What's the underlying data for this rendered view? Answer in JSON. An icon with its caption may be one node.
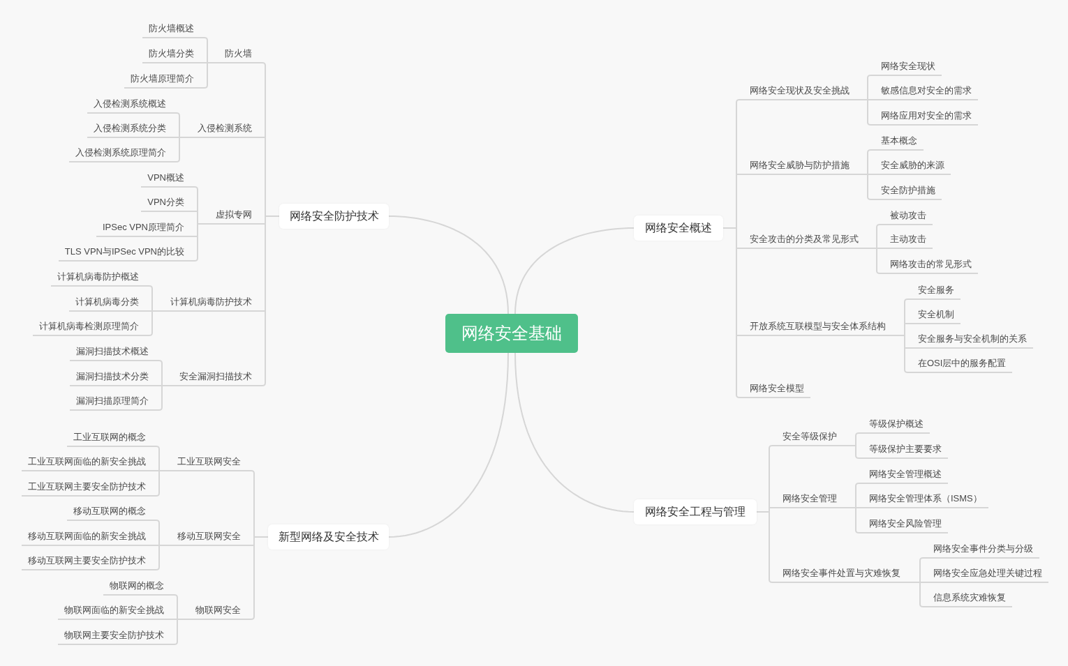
{
  "diagram": {
    "nodes": [
      {
        "text": [
          "网络安全基础"
        ]
      },
      {
        "text": [
          "网络安全防护技术"
        ]
      },
      {
        "text": [
          "防火墙"
        ]
      },
      {
        "text": [
          "防火墙概述"
        ]
      },
      {
        "text": [
          "防火墙分类"
        ]
      },
      {
        "text": [
          "防火墙原理简介"
        ]
      },
      {
        "text": [
          "入侵检测系统"
        ]
      },
      {
        "text": [
          "入侵检测系统概述"
        ]
      },
      {
        "text": [
          "入侵检测系统分类"
        ]
      },
      {
        "text": [
          "入侵检测系统原理简介"
        ]
      },
      {
        "text": [
          "虚拟专网"
        ]
      },
      {
        "text": [
          "VPN概述"
        ]
      },
      {
        "text": [
          "VPN分类"
        ]
      },
      {
        "text": [
          "IPSec VPN原理简介"
        ]
      },
      {
        "text": [
          "TLS VPN与IPSec VPN的比较"
        ]
      },
      {
        "text": [
          "计算机病毒防护技术"
        ]
      },
      {
        "text": [
          "计算机病毒防护概述"
        ]
      },
      {
        "text": [
          "计算机病毒分类"
        ]
      },
      {
        "text": [
          "计算机病毒检测原理简介"
        ]
      },
      {
        "text": [
          "安全漏洞扫描技术"
        ]
      },
      {
        "text": [
          "漏洞扫描技术概述"
        ]
      },
      {
        "text": [
          "漏洞扫描技术分类"
        ]
      },
      {
        "text": [
          "漏洞扫描原理简介"
        ]
      },
      {
        "text": [
          "新型网络及安全技术"
        ]
      },
      {
        "text": [
          "工业互联网安全"
        ]
      },
      {
        "text": [
          "工业互联网的概念"
        ]
      },
      {
        "text": [
          "工业互联网面临的新安全挑战"
        ]
      },
      {
        "text": [
          "工业互联网主要安全防护技术"
        ]
      },
      {
        "text": [
          "移动互联网安全"
        ]
      },
      {
        "text": [
          "移动互联网的概念"
        ]
      },
      {
        "text": [
          "移动互联网面临的新安全挑战"
        ]
      },
      {
        "text": [
          "移动互联网主要安全防护技术"
        ]
      },
      {
        "text": [
          "物联网安全"
        ]
      },
      {
        "text": [
          "物联网的概念"
        ]
      },
      {
        "text": [
          "物联网面临的新安全挑战"
        ]
      },
      {
        "text": [
          "物联网主要安全防护技术"
        ]
      },
      {
        "text": [
          "网络安全概述"
        ]
      },
      {
        "text": [
          "网络安全现状及安全挑战"
        ]
      },
      {
        "text": [
          "网络安全现状"
        ]
      },
      {
        "text": [
          "敏感信息对安全的需求"
        ]
      },
      {
        "text": [
          "网络应用对安全的需求"
        ]
      },
      {
        "text": [
          "网络安全威胁与防护措施"
        ]
      },
      {
        "text": [
          "基本概念"
        ]
      },
      {
        "text": [
          "安全威胁的来源"
        ]
      },
      {
        "text": [
          "安全防护措施"
        ]
      },
      {
        "text": [
          "安全攻击的分类及常见形式"
        ]
      },
      {
        "text": [
          "被动攻击"
        ]
      },
      {
        "text": [
          "主动攻击"
        ]
      },
      {
        "text": [
          "网络攻击的常见形式"
        ]
      },
      {
        "text": [
          "开放系统互联模型与安全体系结构"
        ]
      },
      {
        "text": [
          "安全服务"
        ]
      },
      {
        "text": [
          "安全机制"
        ]
      },
      {
        "text": [
          "安全服务与安全机制的关系"
        ]
      },
      {
        "text": [
          "在OSI层中的服务配置"
        ]
      },
      {
        "text": [
          "网络安全模型"
        ]
      },
      {
        "text": [
          "网络安全工程与管理"
        ]
      },
      {
        "text": [
          "安全等级保护"
        ]
      },
      {
        "text": [
          "等级保护概述"
        ]
      },
      {
        "text": [
          "等级保护主要要求"
        ]
      },
      {
        "text": [
          "网络安全管理"
        ]
      },
      {
        "text": [
          "网络安全管理概述"
        ]
      },
      {
        "text": [
          "网络安全管理体系（ISMS）"
        ]
      },
      {
        "text": [
          "网络安全风险管理"
        ]
      },
      {
        "text": [
          "网络安全事件处置与灾难恢复"
        ]
      },
      {
        "text": [
          "网络安全事件分类与分级"
        ]
      },
      {
        "text": [
          "网络安全应急处理关键过程"
        ]
      },
      {
        "text": [
          "信息系统灾难恢复"
        ]
      }
    ],
    "edges": [
      {
        "from": 0,
        "to": 1,
        "arrow": "none"
      },
      {
        "from": 1,
        "to": 2,
        "arrow": "none"
      },
      {
        "from": 2,
        "to": 3,
        "arrow": "none"
      },
      {
        "from": 2,
        "to": 4,
        "arrow": "none"
      },
      {
        "from": 2,
        "to": 5,
        "arrow": "none"
      },
      {
        "from": 1,
        "to": 6,
        "arrow": "none"
      },
      {
        "from": 6,
        "to": 7,
        "arrow": "none"
      },
      {
        "from": 6,
        "to": 8,
        "arrow": "none"
      },
      {
        "from": 6,
        "to": 9,
        "arrow": "none"
      },
      {
        "from": 1,
        "to": 10,
        "arrow": "none"
      },
      {
        "from": 10,
        "to": 11,
        "arrow": "none"
      },
      {
        "from": 10,
        "to": 12,
        "arrow": "none"
      },
      {
        "from": 10,
        "to": 13,
        "arrow": "none"
      },
      {
        "from": 10,
        "to": 14,
        "arrow": "none"
      },
      {
        "from": 1,
        "to": 15,
        "arrow": "none"
      },
      {
        "from": 15,
        "to": 16,
        "arrow": "none"
      },
      {
        "from": 15,
        "to": 17,
        "arrow": "none"
      },
      {
        "from": 15,
        "to": 18,
        "arrow": "none"
      },
      {
        "from": 1,
        "to": 19,
        "arrow": "none"
      },
      {
        "from": 19,
        "to": 20,
        "arrow": "none"
      },
      {
        "from": 19,
        "to": 21,
        "arrow": "none"
      },
      {
        "from": 19,
        "to": 22,
        "arrow": "none"
      },
      {
        "from": 0,
        "to": 23,
        "arrow": "none"
      },
      {
        "from": 23,
        "to": 24,
        "arrow": "none"
      },
      {
        "from": 24,
        "to": 25,
        "arrow": "none"
      },
      {
        "from": 24,
        "to": 26,
        "arrow": "none"
      },
      {
        "from": 24,
        "to": 27,
        "arrow": "none"
      },
      {
        "from": 23,
        "to": 28,
        "arrow": "none"
      },
      {
        "from": 28,
        "to": 29,
        "arrow": "none"
      },
      {
        "from": 28,
        "to": 30,
        "arrow": "none"
      },
      {
        "from": 28,
        "to": 31,
        "arrow": "none"
      },
      {
        "from": 23,
        "to": 32,
        "arrow": "none"
      },
      {
        "from": 32,
        "to": 33,
        "arrow": "none"
      },
      {
        "from": 32,
        "to": 34,
        "arrow": "none"
      },
      {
        "from": 32,
        "to": 35,
        "arrow": "none"
      },
      {
        "from": 0,
        "to": 36,
        "arrow": "none"
      },
      {
        "from": 36,
        "to": 37,
        "arrow": "none"
      },
      {
        "from": 37,
        "to": 38,
        "arrow": "none"
      },
      {
        "from": 37,
        "to": 39,
        "arrow": "none"
      },
      {
        "from": 37,
        "to": 40,
        "arrow": "none"
      },
      {
        "from": 36,
        "to": 41,
        "arrow": "none"
      },
      {
        "from": 41,
        "to": 42,
        "arrow": "none"
      },
      {
        "from": 41,
        "to": 43,
        "arrow": "none"
      },
      {
        "from": 41,
        "to": 44,
        "arrow": "none"
      },
      {
        "from": 36,
        "to": 45,
        "arrow": "none"
      },
      {
        "from": 45,
        "to": 46,
        "arrow": "none"
      },
      {
        "from": 45,
        "to": 47,
        "arrow": "none"
      },
      {
        "from": 45,
        "to": 48,
        "arrow": "none"
      },
      {
        "from": 36,
        "to": 49,
        "arrow": "none"
      },
      {
        "from": 49,
        "to": 50,
        "arrow": "none"
      },
      {
        "from": 49,
        "to": 51,
        "arrow": "none"
      },
      {
        "from": 49,
        "to": 52,
        "arrow": "none"
      },
      {
        "from": 49,
        "to": 53,
        "arrow": "none"
      },
      {
        "from": 36,
        "to": 54,
        "arrow": "none"
      },
      {
        "from": 0,
        "to": 55,
        "arrow": "none"
      },
      {
        "from": 55,
        "to": 56,
        "arrow": "none"
      },
      {
        "from": 56,
        "to": 57,
        "arrow": "none"
      },
      {
        "from": 56,
        "to": 58,
        "arrow": "none"
      },
      {
        "from": 55,
        "to": 59,
        "arrow": "none"
      },
      {
        "from": 59,
        "to": 60,
        "arrow": "none"
      },
      {
        "from": 59,
        "to": 61,
        "arrow": "none"
      },
      {
        "from": 59,
        "to": 62,
        "arrow": "none"
      },
      {
        "from": 55,
        "to": 63,
        "arrow": "none"
      },
      {
        "from": 63,
        "to": 64,
        "arrow": "none"
      },
      {
        "from": 63,
        "to": 65,
        "arrow": "none"
      },
      {
        "from": 63,
        "to": 66,
        "arrow": "none"
      }
    ]
  }
}
